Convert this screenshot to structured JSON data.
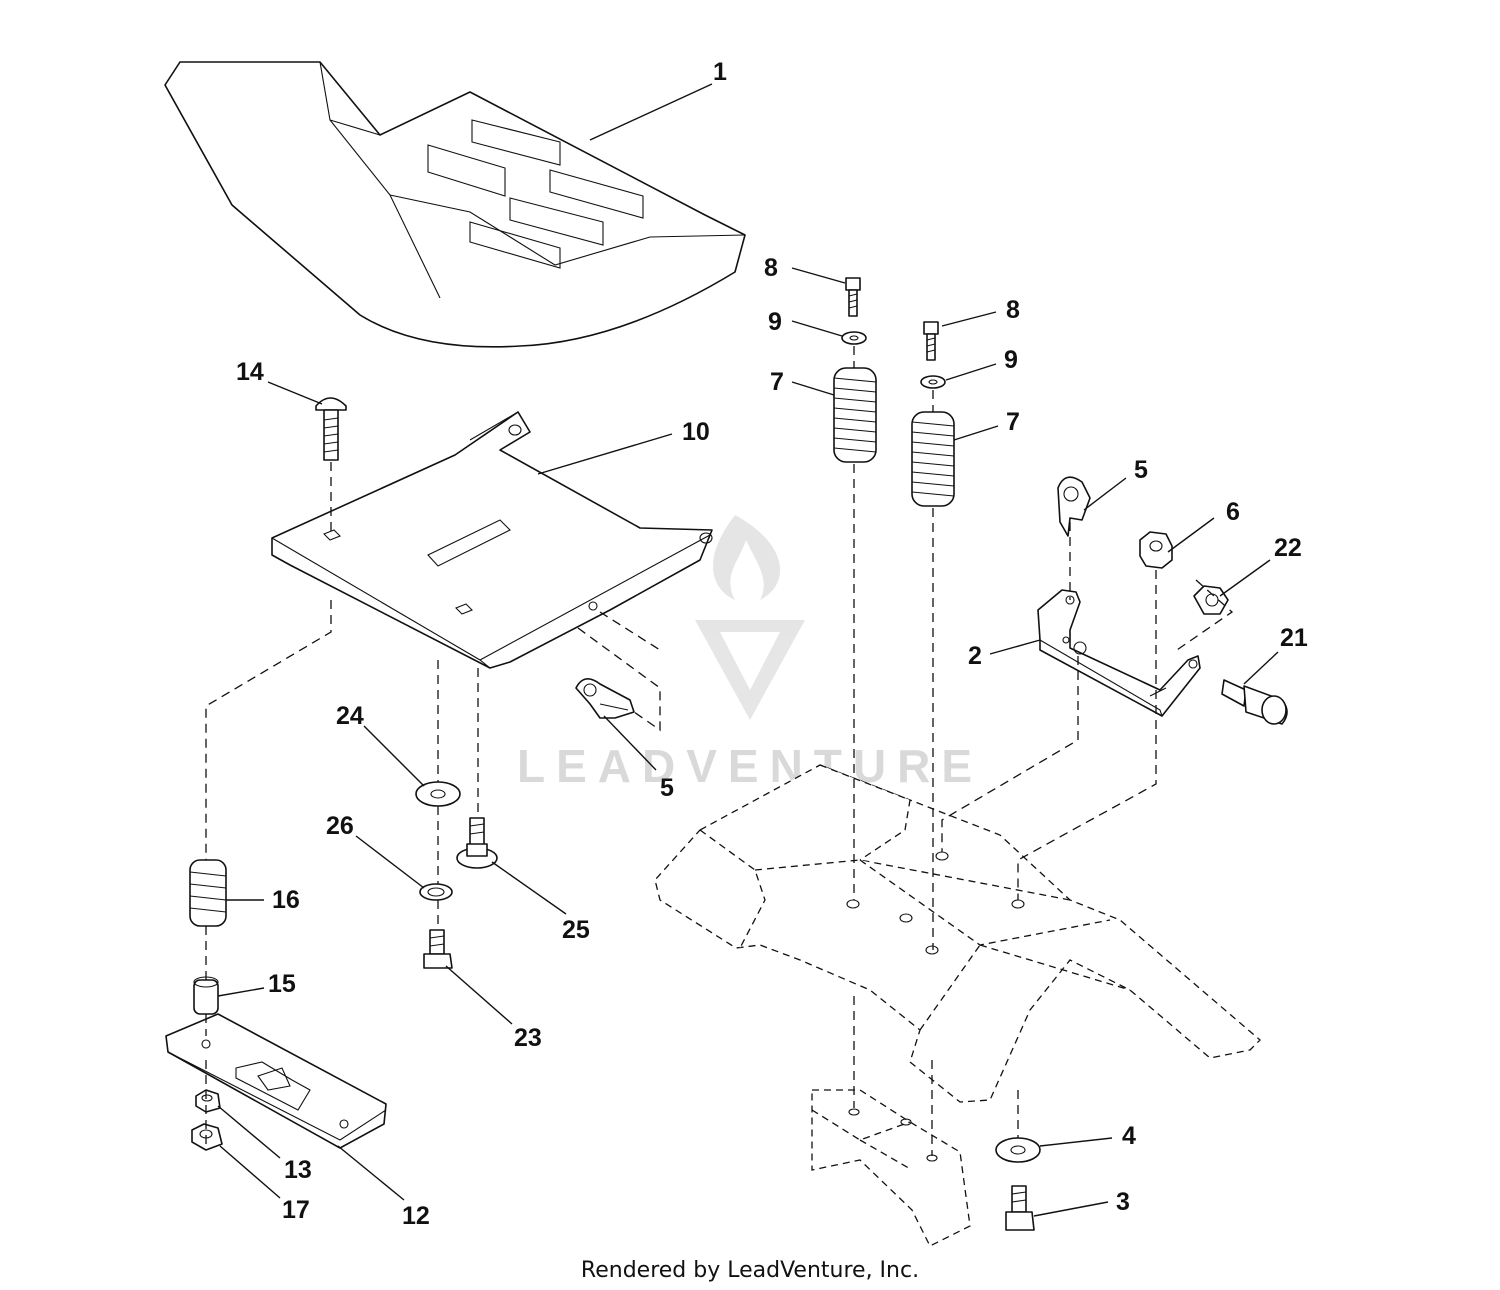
{
  "diagram": {
    "callouts": {
      "c1": "1",
      "c2": "2",
      "c3": "3",
      "c4": "4",
      "c5a": "5",
      "c5b": "5",
      "c6": "6",
      "c7a": "7",
      "c7b": "7",
      "c8a": "8",
      "c8b": "8",
      "c9a": "9",
      "c9b": "9",
      "c10": "10",
      "c12": "12",
      "c13": "13",
      "c14": "14",
      "c15": "15",
      "c16": "16",
      "c17": "17",
      "c21": "21",
      "c22": "22",
      "c23": "23",
      "c24": "24",
      "c25": "25",
      "c26": "26"
    },
    "watermark": "LEADVENTURE",
    "footer": "Rendered by LeadVenture, Inc."
  }
}
